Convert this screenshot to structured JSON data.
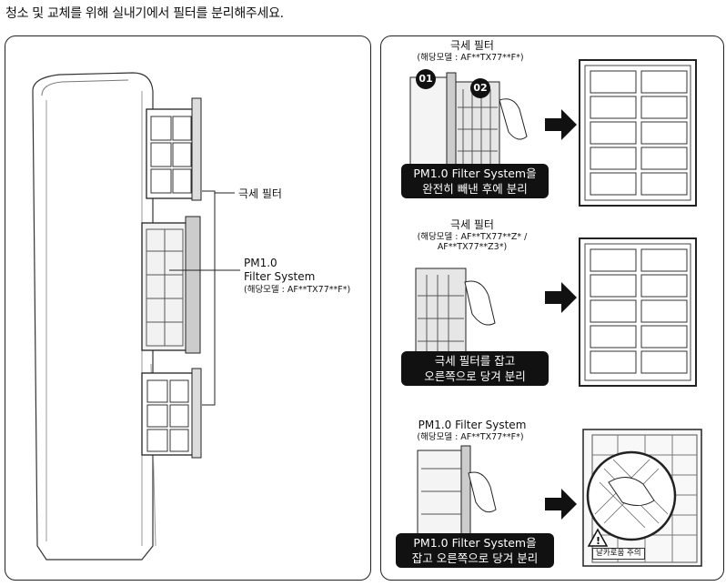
{
  "intro_text": "청소 및 교체를 위해 실내기에서 필터를 분리해주세요.",
  "left": {
    "fine_filter_label": "극세 필터",
    "pm_label_line1": "PM1.0",
    "pm_label_line2": "Filter System",
    "pm_model_note": "(해당모델 : AF**TX77**F*)"
  },
  "steps": [
    {
      "title": "극세 필터",
      "model_note": "(해당모델 : AF**TX77**F*)",
      "badges": [
        "01",
        "02"
      ],
      "callout_line1": "PM1.0 Filter System을",
      "callout_line2": "완전히 빼낸 후에 분리"
    },
    {
      "title": "극세 필터",
      "model_note_line1": "(해당모델 : AF**TX77**Z* /",
      "model_note_line2": "AF**TX77**Z3*)",
      "callout_line1": "극세 필터를 잡고",
      "callout_line2": "오른쪽으로 당겨 분리"
    },
    {
      "title": "PM1.0 Filter System",
      "model_note": "(해당모델 : AF**TX77**F*)",
      "callout_line1": "PM1.0 Filter System을",
      "callout_line2": "잡고 오른쪽으로 당겨 분리",
      "warning_label": "날카로움 주의"
    }
  ]
}
